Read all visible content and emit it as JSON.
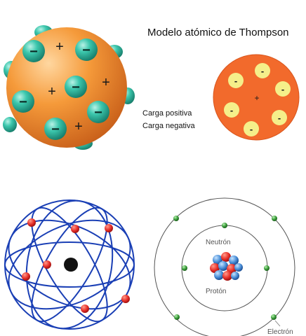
{
  "thomson": {
    "title": "Modelo atómico de Thompson",
    "legend_positive": "Carga positiva",
    "legend_negative": "Carga negativa",
    "big_sphere": {
      "plus": "+",
      "minus": "−"
    },
    "small_model": {
      "plus": "+",
      "minus": "-"
    }
  },
  "bohr": {
    "neutron_label": "Neutrón",
    "proton_label": "Protón",
    "electron_label": "Electrón"
  },
  "colors": {
    "sphere_orange": "#f08a2a",
    "electron_teal": "#2bb39a",
    "small_model_fill": "#f26a2c",
    "small_electron_yellow": "#f5ef8a",
    "orbit_blue": "#1a3fb5",
    "electron_red": "#e01818",
    "proton_red": "#e8312a",
    "neutron_blue": "#4a8fd8",
    "electron_green": "#2e8b2e"
  }
}
